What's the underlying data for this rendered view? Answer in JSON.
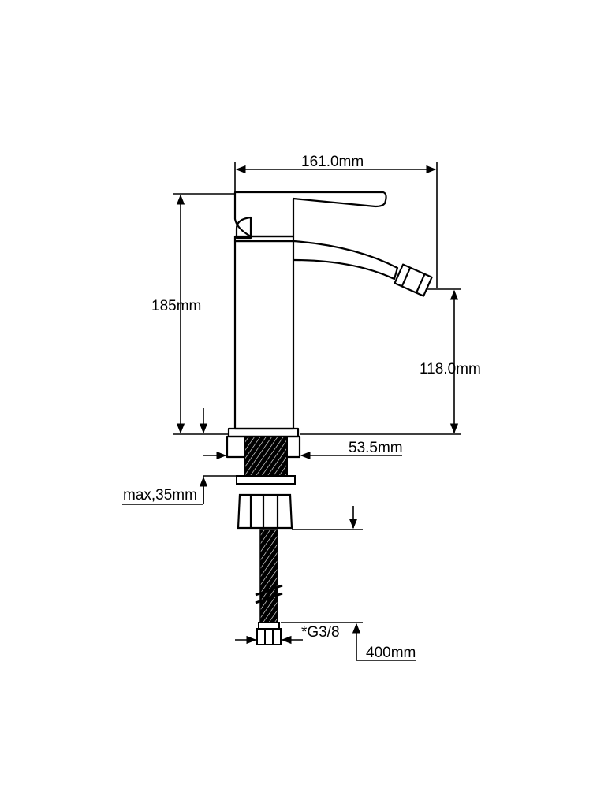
{
  "drawing": {
    "dimensions": {
      "width_total": "161.0mm",
      "height_total": "185mm",
      "spout_height": "118.0mm",
      "base_diameter": "53.5mm",
      "max_deck_thickness": "max,35mm",
      "thread": "*G3/8",
      "hose_length": "400mm"
    },
    "colors": {
      "line": "#000000",
      "background": "#ffffff"
    }
  }
}
